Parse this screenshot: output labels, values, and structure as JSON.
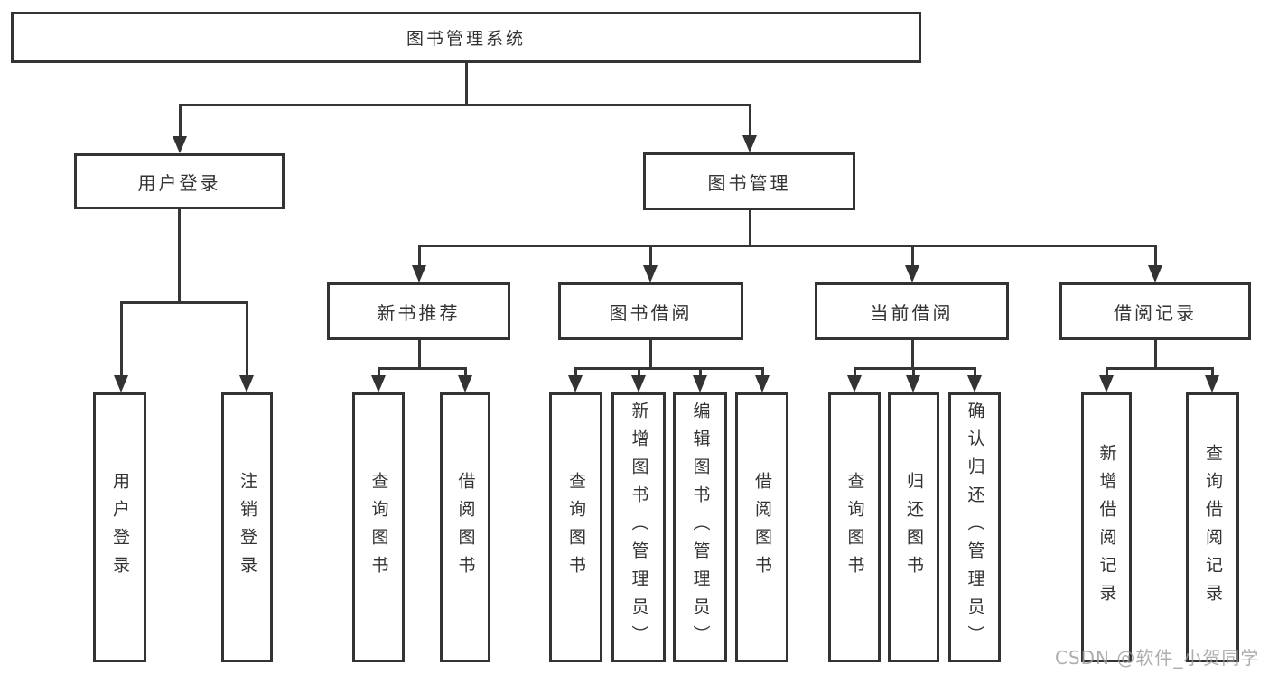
{
  "diagram": {
    "root": {
      "label": "图书管理系统"
    },
    "level1": [
      {
        "label": "用户登录"
      },
      {
        "label": "图书管理"
      }
    ],
    "level2": [
      {
        "label": "新书推荐"
      },
      {
        "label": "图书借阅"
      },
      {
        "label": "当前借阅"
      },
      {
        "label": "借阅记录"
      }
    ],
    "leaves": [
      {
        "label": "用户登录"
      },
      {
        "label": "注销登录"
      },
      {
        "label": "查询图书"
      },
      {
        "label": "借阅图书"
      },
      {
        "label": "查询图书"
      },
      {
        "label": "新增图书（管理员）"
      },
      {
        "label": "编辑图书（管理员）"
      },
      {
        "label": "借阅图书"
      },
      {
        "label": "查询图书"
      },
      {
        "label": "归还图书"
      },
      {
        "label": "确认归还（管理员）"
      },
      {
        "label": "新增借阅记录"
      },
      {
        "label": "查询借阅记录"
      }
    ]
  },
  "watermark": {
    "text": "CSDN @软件_小贺同学"
  },
  "colors": {
    "line": "#363636",
    "border": "#333333",
    "text": "#333333",
    "watermark": "#9a9a9a",
    "background": "#ffffff"
  }
}
